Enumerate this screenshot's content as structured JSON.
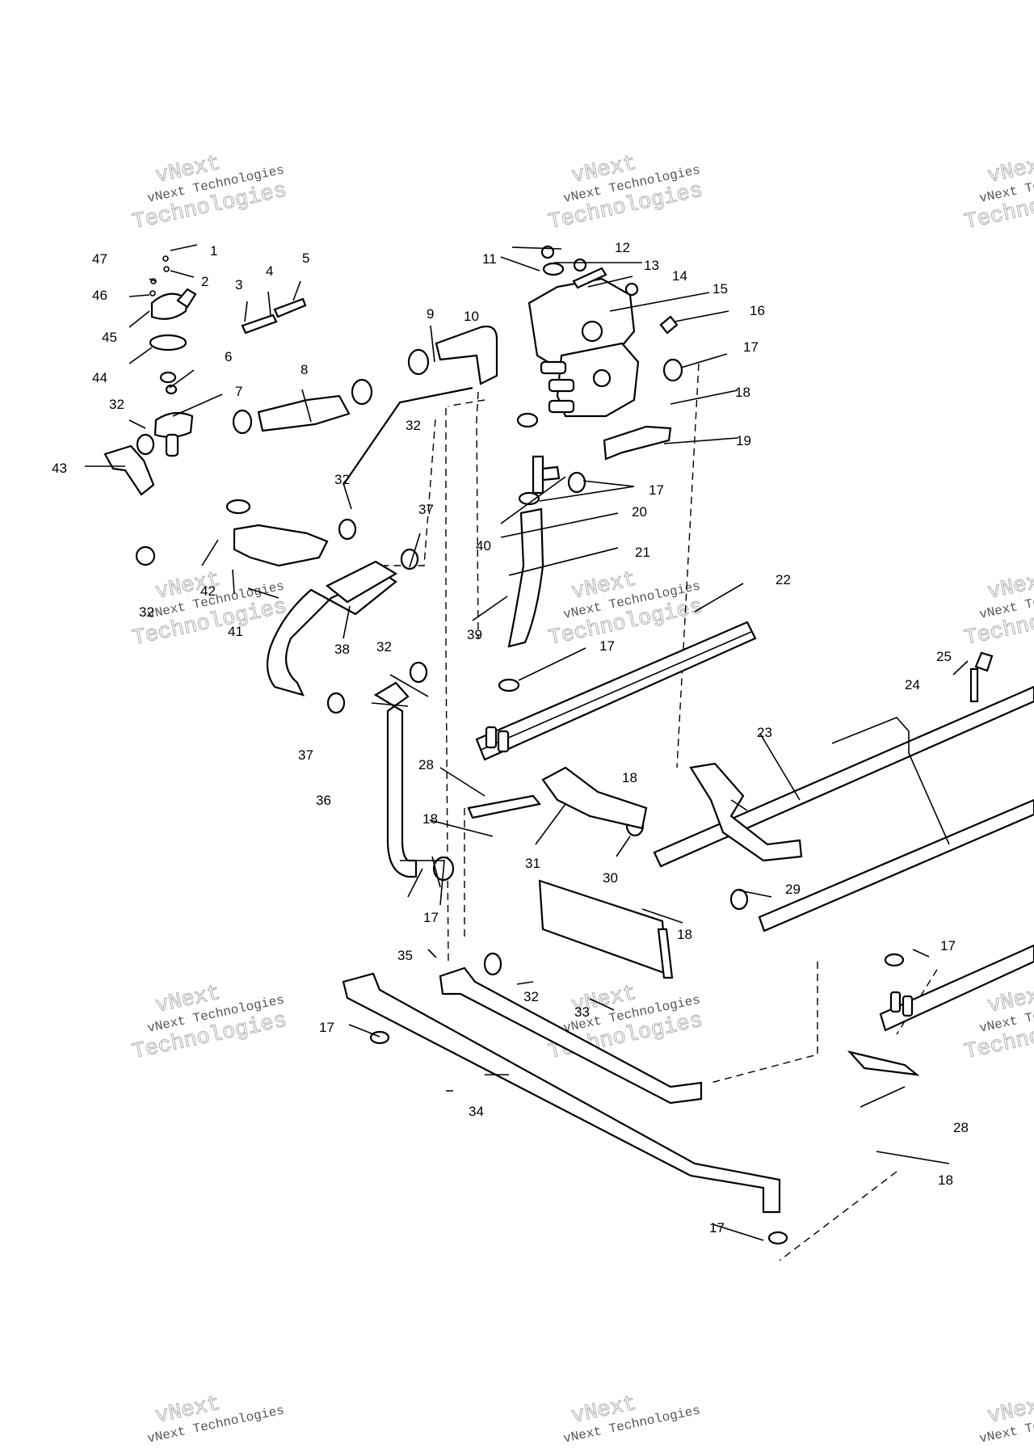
{
  "watermark": {
    "line1": "vNext",
    "line2": "vNext Technologies",
    "line3": "Technologies"
  },
  "callouts": {
    "c1": "1",
    "c2": "2",
    "c3": "3",
    "c4": "4",
    "c5": "5",
    "c6": "6",
    "c7": "7",
    "c8": "8",
    "c9": "9",
    "c10": "10",
    "c11": "11",
    "c12": "12",
    "c13": "13",
    "c14": "14",
    "c15": "15",
    "c16": "16",
    "c17": "17",
    "c18": "18",
    "c19": "19",
    "c20": "20",
    "c21": "21",
    "c22": "22",
    "c23": "23",
    "c24": "24",
    "c25": "25",
    "c28": "28",
    "c29": "29",
    "c30": "30",
    "c31": "31",
    "c32": "32",
    "c33": "33",
    "c34": "34",
    "c35": "35",
    "c36": "36",
    "c37": "37",
    "c38": "38",
    "c39": "39",
    "c40": "40",
    "c41": "41",
    "c42": "42",
    "c43": "43",
    "c44": "44",
    "c45": "45",
    "c46": "46",
    "c47": "47"
  }
}
